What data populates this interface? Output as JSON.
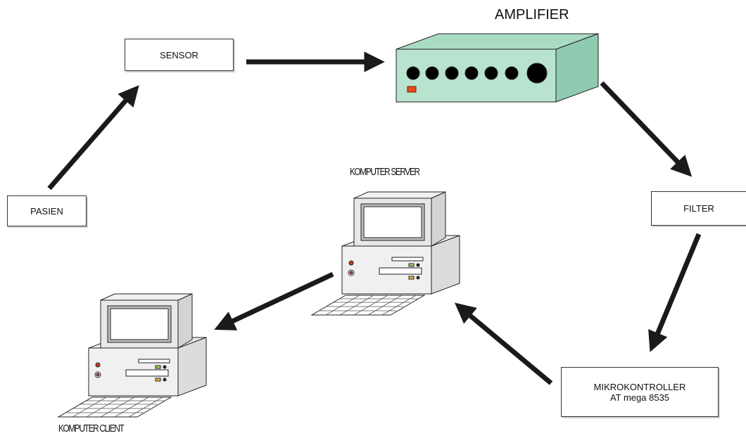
{
  "nodes": {
    "sensor": "SENSOR",
    "pasien": "PASIEN",
    "filter": "FILTER",
    "mcu_line1": "MIKROKONTROLLER",
    "mcu_line2": "AT mega 8535"
  },
  "labels": {
    "amplifier": "AMPLIFIER",
    "server": "KOMPUTER SERVER",
    "client": "KOMPUTER CLIENT"
  },
  "colors": {
    "arrow": "#1a1a1a",
    "amplifier_body": "#b7e3cf",
    "amplifier_top": "#a9dbc3",
    "amplifier_side": "#8fcbb0",
    "knob": "#000000",
    "led": "#e84a1c",
    "monitor_frame": "#e8e8e8",
    "screen": "#ffffff"
  },
  "icons": {
    "amplifier": "amplifier-device-icon",
    "server": "desktop-computer-icon",
    "client": "desktop-computer-icon"
  }
}
